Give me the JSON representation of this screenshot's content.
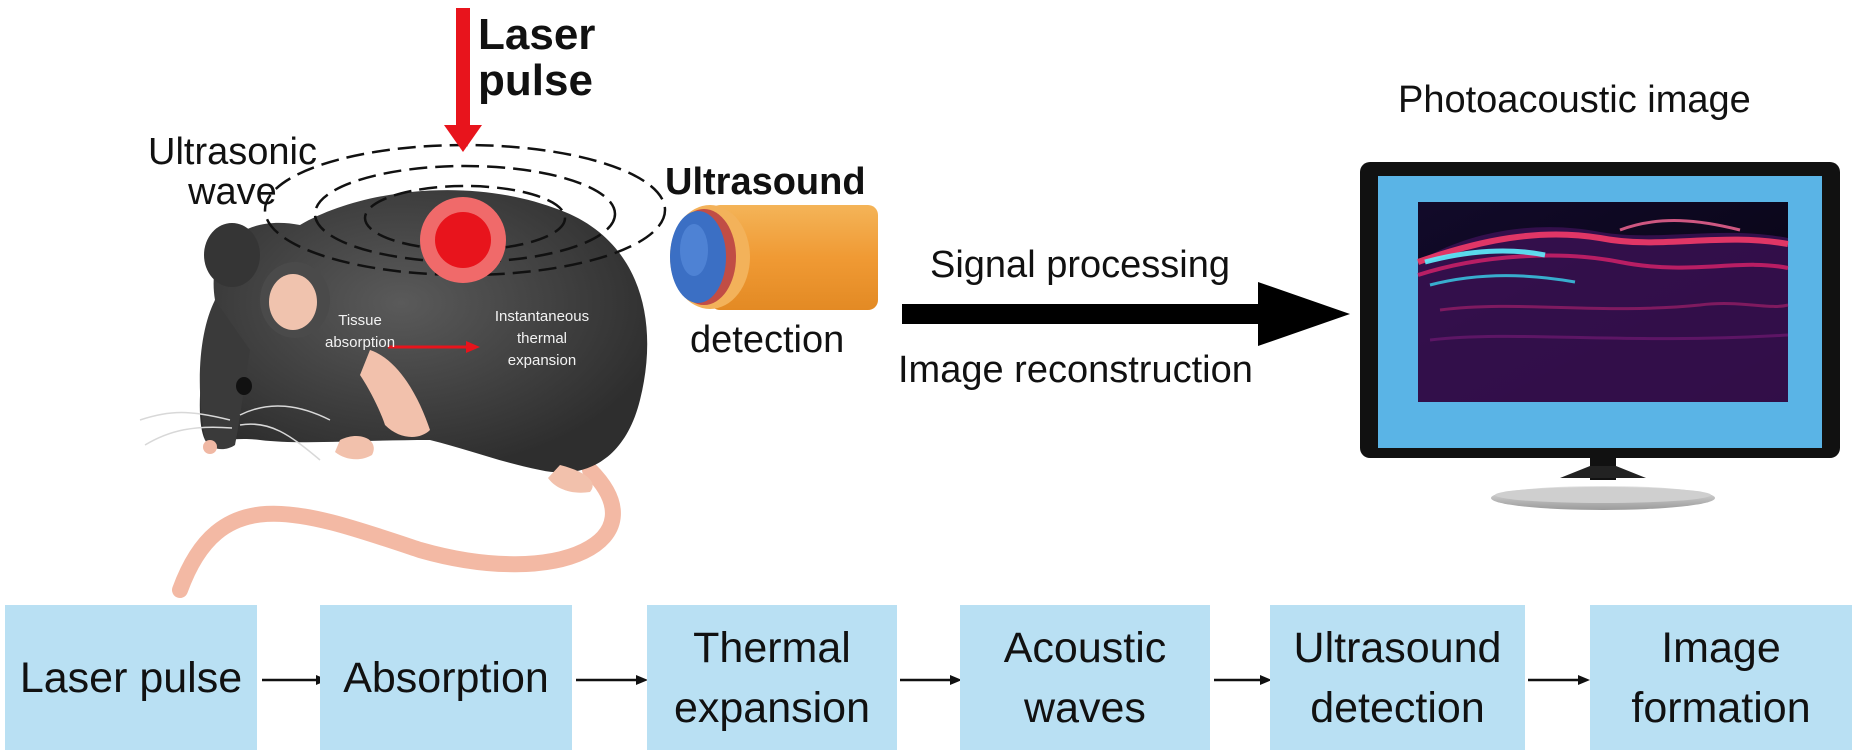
{
  "illustration": {
    "laser_label": "Laser\npulse",
    "wave_label": "Ultrasonic\nwave",
    "tissue_label": "Tissue\nabsorption",
    "expansion_label": "Instantaneous\nthermal\nexpansion",
    "transducer_label_top": "Ultrasound",
    "transducer_label_bottom": "detection",
    "arrow_label_top": "Signal processing",
    "arrow_label_bottom": "Image reconstruction",
    "monitor_title": "Photoacoustic image"
  },
  "flow": {
    "steps": [
      {
        "label": "Laser pulse"
      },
      {
        "label": "Absorption"
      },
      {
        "label": "Thermal\nexpansion"
      },
      {
        "label": "Acoustic\nwaves"
      },
      {
        "label": "Ultrasound\ndetection"
      },
      {
        "label": "Image\nformation"
      }
    ]
  },
  "colors": {
    "laser": "#e8141c",
    "flow_box": "#b9e0f3",
    "transducer_body": "#f0a040",
    "transducer_face": "#3b6fc4",
    "monitor_screen_frame": "#5ab4e6"
  }
}
